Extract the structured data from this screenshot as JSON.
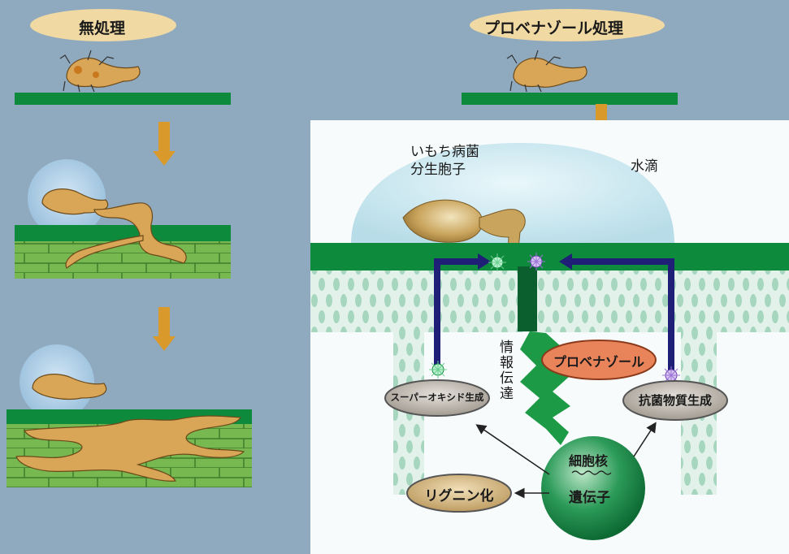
{
  "left": {
    "title": "無処理"
  },
  "right": {
    "title": "プロベナゾール処理",
    "spore_label": "いもち病菌\n分生胞子",
    "water_label": "水滴",
    "signal_label": "情報伝達",
    "probenazole_label": "プロベナゾール",
    "superoxide_label": "スーパーオキシド生成",
    "antibacterial_label": "抗菌物質生成",
    "lignin_label": "リグニン化",
    "nucleus_label": "細胞核",
    "gene_label": "遺伝子"
  },
  "colors": {
    "background": "#8fa9bf",
    "leaf_green": "#0e8a3c",
    "tissue_green": "#6cb04a",
    "fungus": "#d9a557",
    "arrow_orange": "#d99a2b",
    "signal_arrow": "#1f1f78",
    "nucleus": "#1c8c4a",
    "probenazole_pill": "#e8835a",
    "gray_pill": "#b7b1a8",
    "lignin_pill": "#d6b98a"
  }
}
